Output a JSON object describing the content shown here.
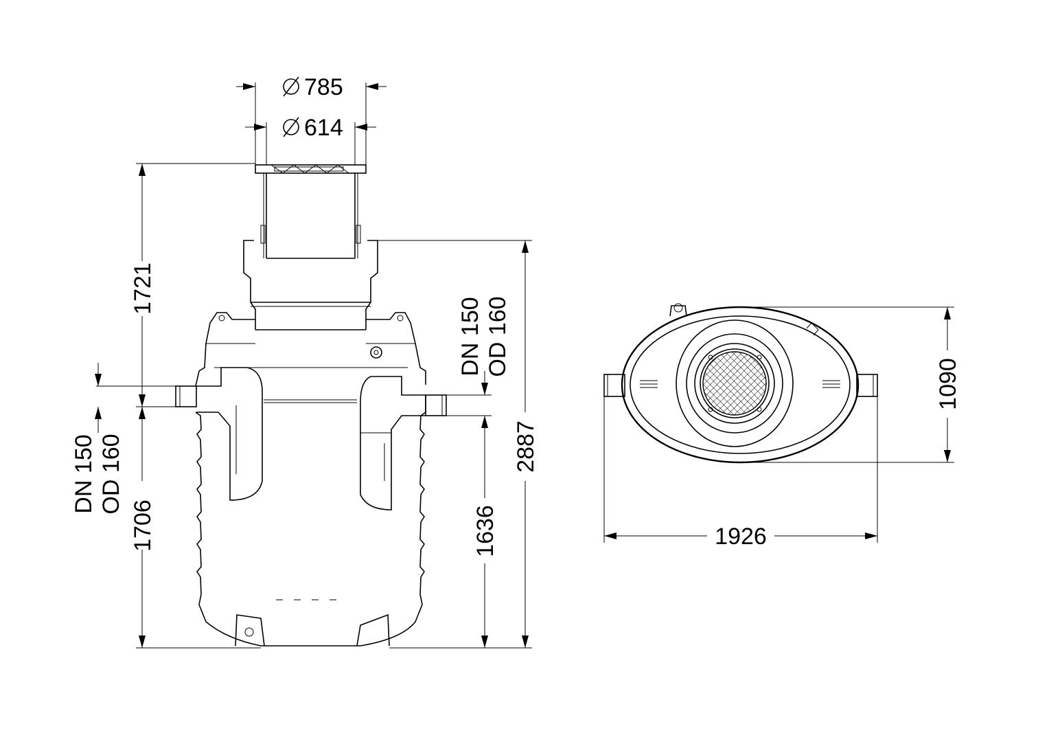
{
  "diameters": {
    "outer": "785",
    "inner": "614",
    "symbol": "ø"
  },
  "side_view": {
    "height_to_outlet": "1721",
    "inlet_invert_height": "1706",
    "outlet_invert_height": "1636",
    "total_height": "2887",
    "inlet_pipe": {
      "dn": "DN 150",
      "od": "OD 160"
    },
    "outlet_pipe": {
      "dn": "DN 150",
      "od": "OD 160"
    }
  },
  "top_view": {
    "length": "1926",
    "width": "1090"
  }
}
